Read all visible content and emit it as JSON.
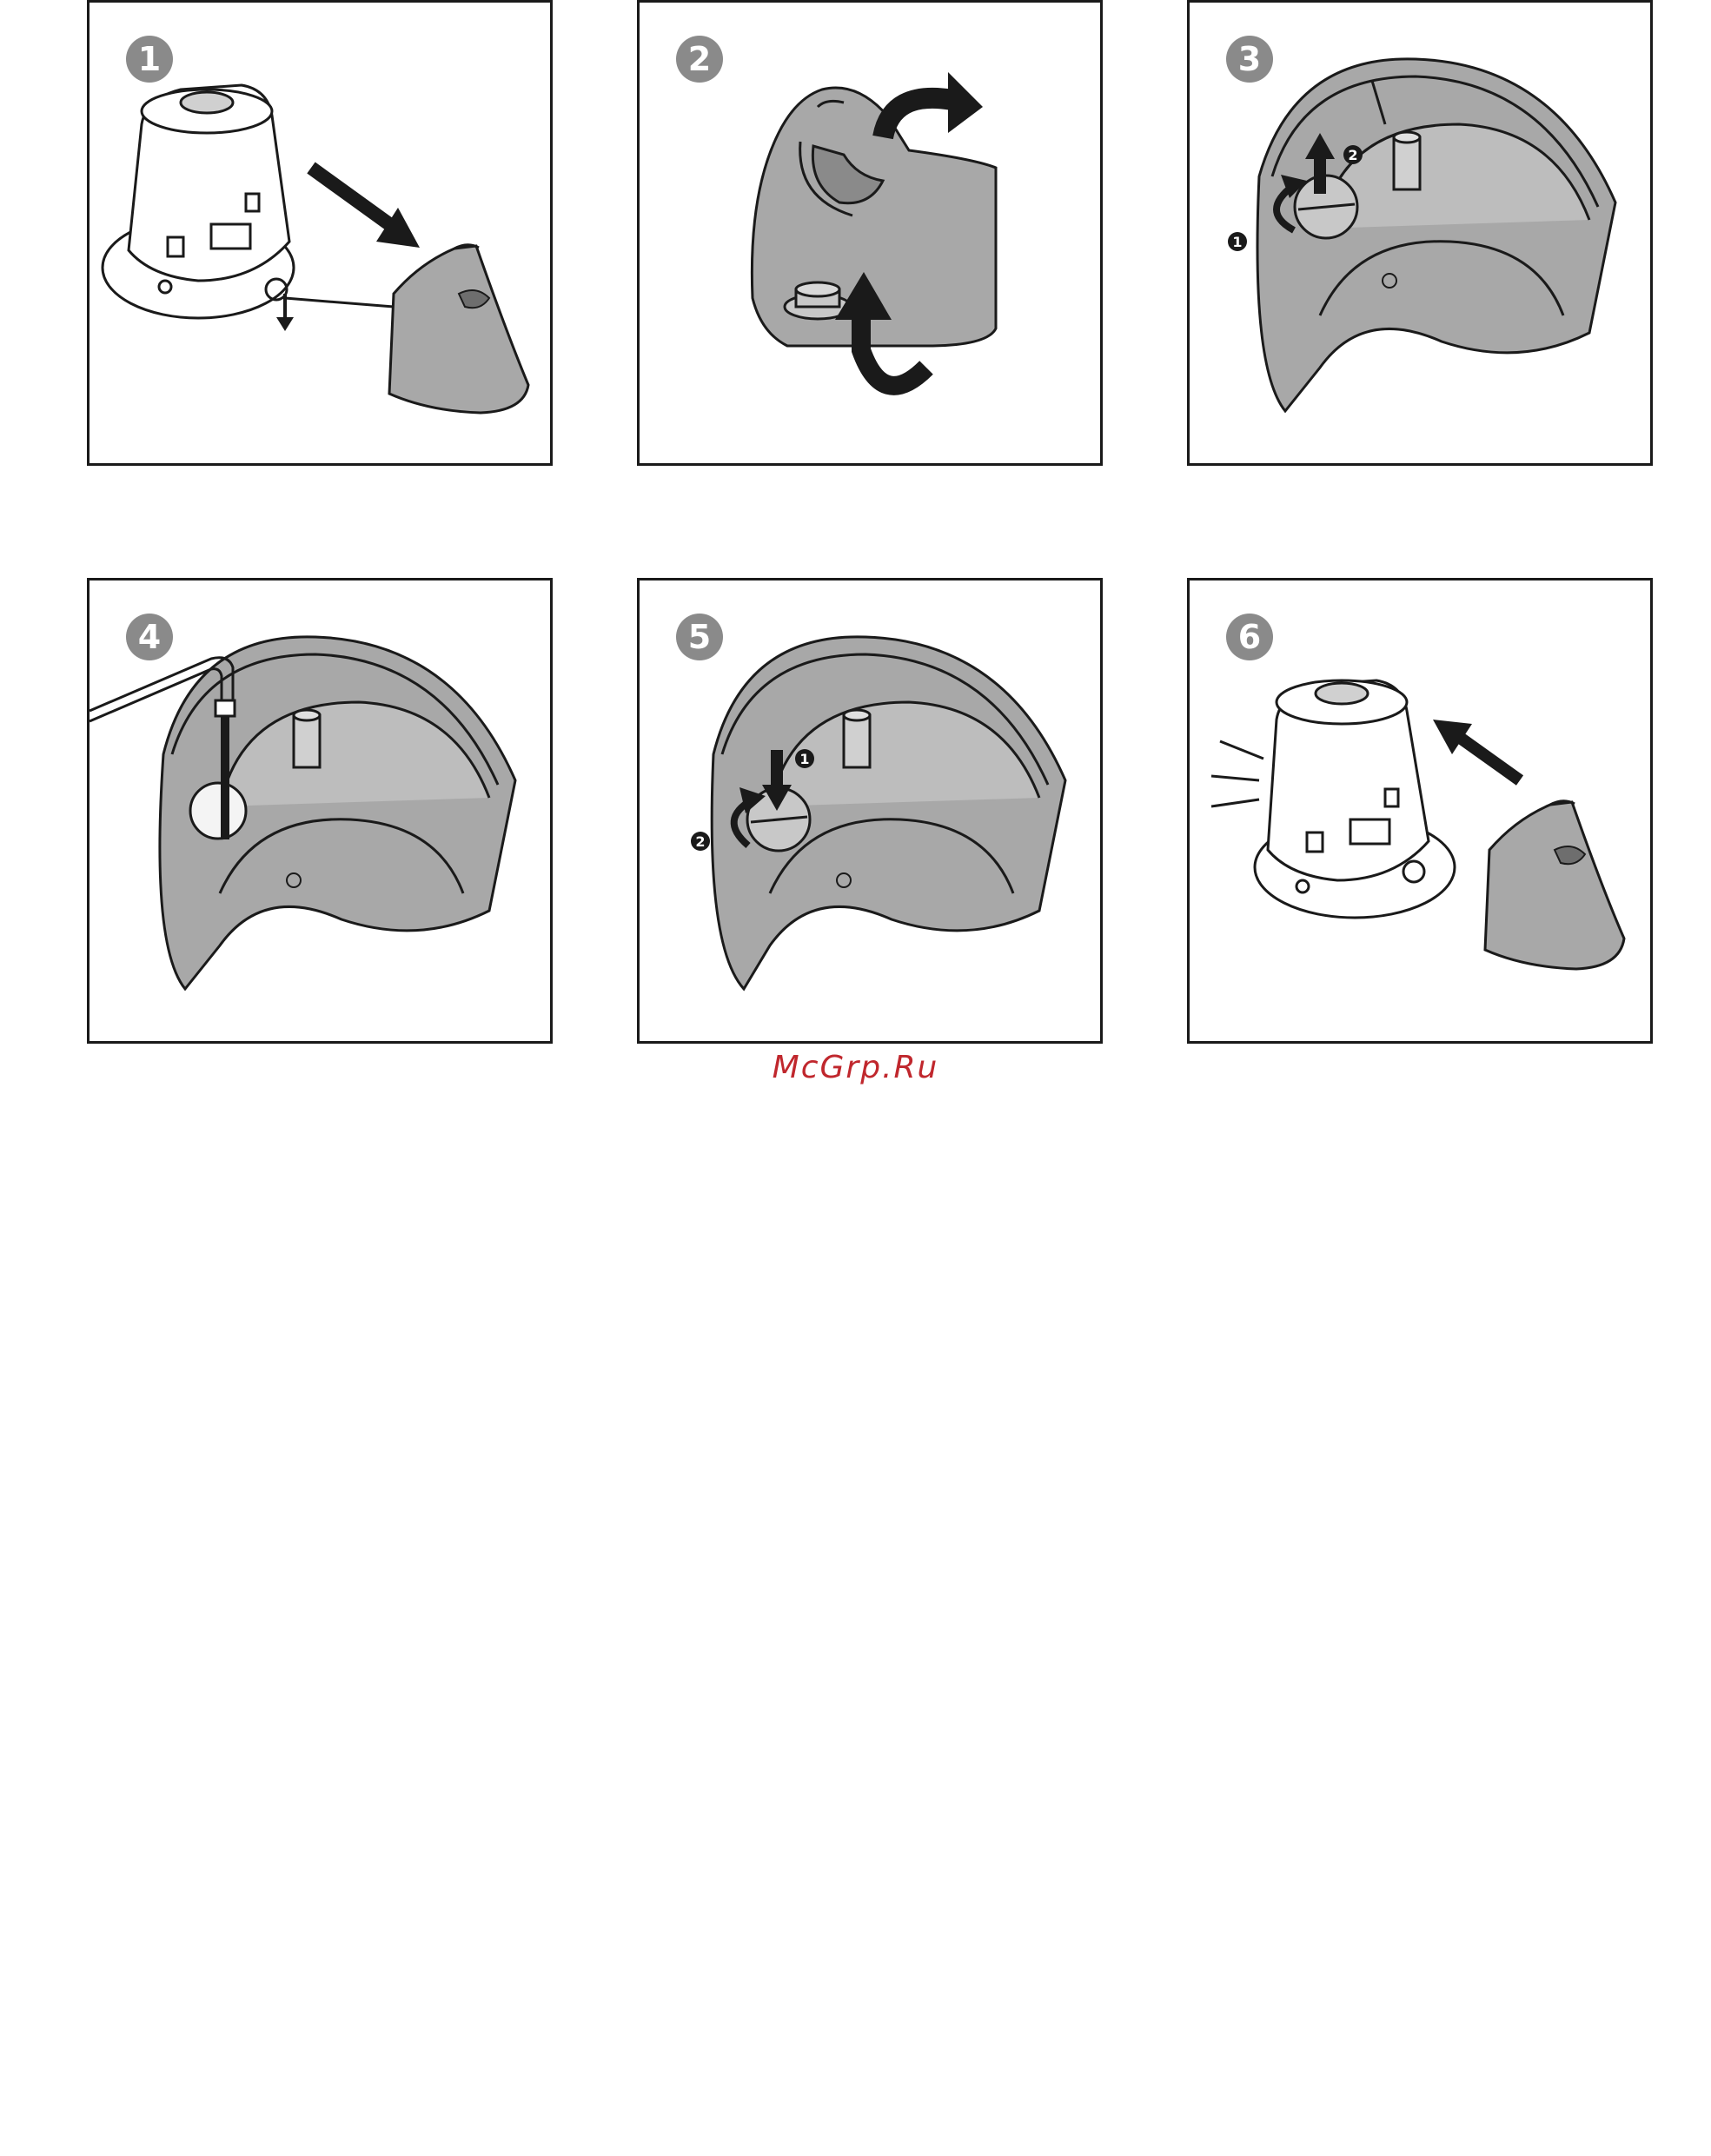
{
  "steps": [
    {
      "number": "1",
      "icon": "remove-cover-illustration"
    },
    {
      "number": "2",
      "icon": "turn-cover-illustration"
    },
    {
      "number": "3",
      "icon": "unscrew-cap-illustration",
      "callouts": [
        "1",
        "2"
      ]
    },
    {
      "number": "4",
      "icon": "rinse-boiler-illustration"
    },
    {
      "number": "5",
      "icon": "screw-cap-illustration",
      "callouts": [
        "1",
        "2"
      ]
    },
    {
      "number": "6",
      "icon": "refit-cover-illustration"
    }
  ],
  "watermark": "McGrp.Ru",
  "colors": {
    "fill_gray": "#a8a8a8",
    "badge_gray": "#8a8a8a",
    "line": "#1a1a1a",
    "watermark": "#c0272d"
  }
}
